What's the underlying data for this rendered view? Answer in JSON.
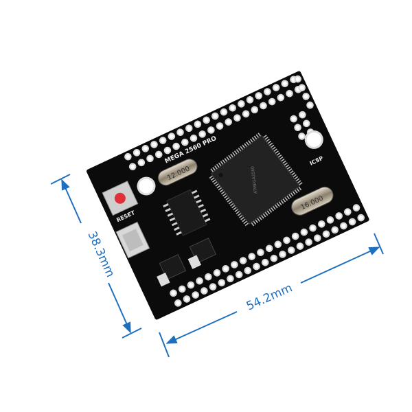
{
  "product": {
    "board_label": "MEGA 2560 PRO",
    "chip_marking": "ATMEGA2560",
    "crystal_small": "12.000",
    "crystal_large": "16.000",
    "reset_label": "RESET",
    "icsp_label": "ICSP"
  },
  "dimensions": {
    "height_label": "38.3mm",
    "width_label": "54.2mm"
  },
  "colors": {
    "board": "#0b0b0b",
    "dimension_lines": "#1f6fbf",
    "reset_button": "#e0303a"
  }
}
